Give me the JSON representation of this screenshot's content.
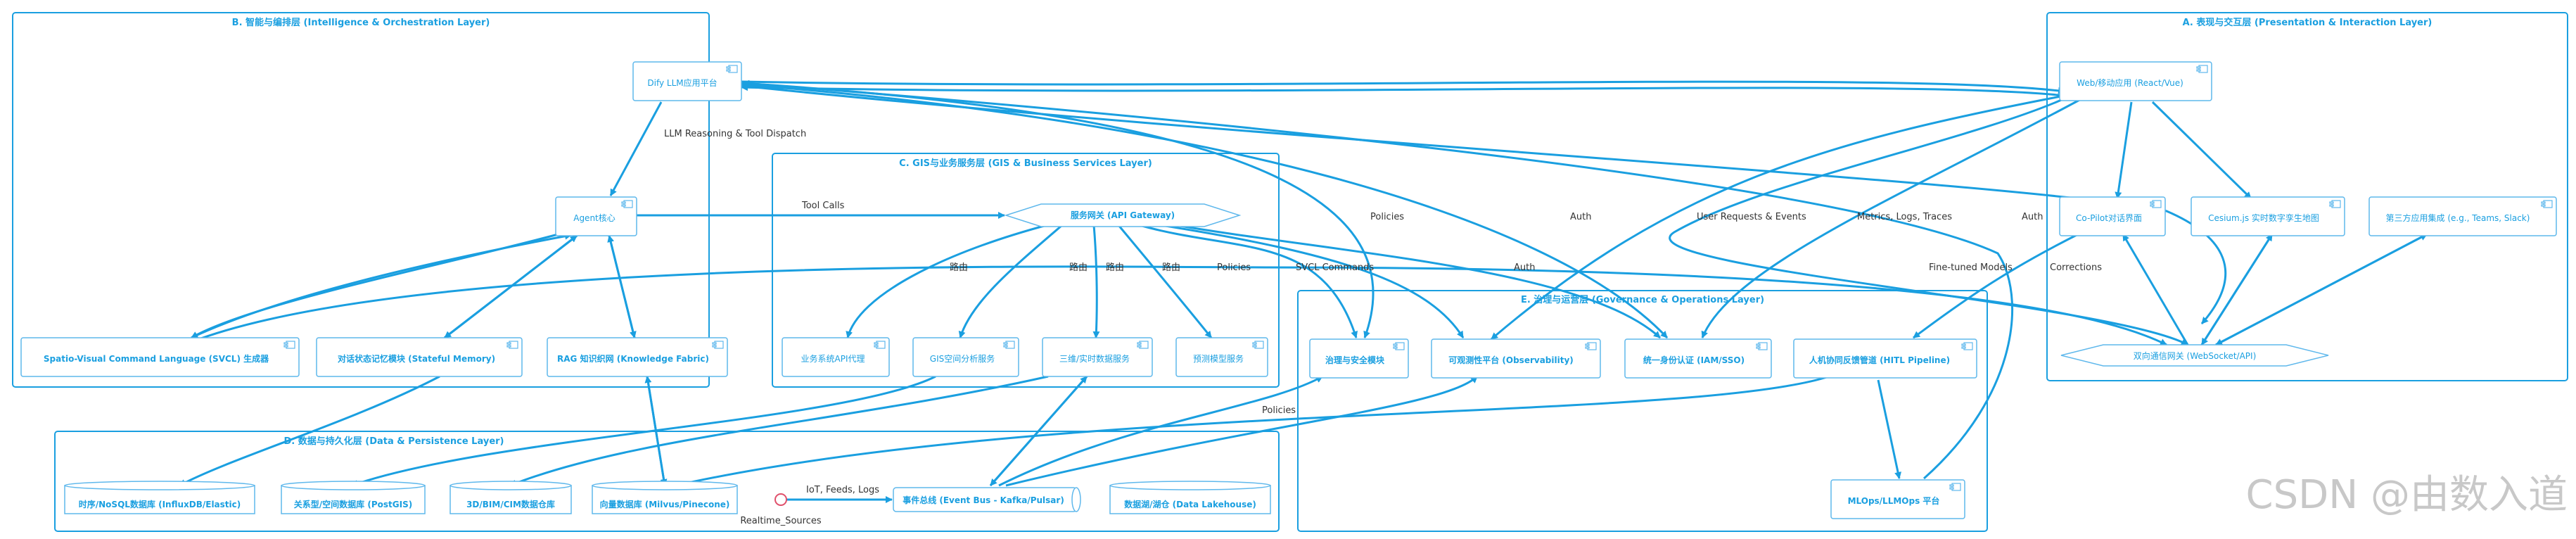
{
  "colors": {
    "accent": "#1a9fe0",
    "node_border": "#5fb8ec",
    "label": "#333333",
    "watermark": "#c8c8c8"
  },
  "layers": {
    "A": "A. 表现与交互层 (Presentation & Interaction Layer)",
    "B": "B. 智能与编排层 (Intelligence & Orchestration Layer)",
    "C": "C. GIS与业务服务层 (GIS & Business Services Layer)",
    "D": "D. 数据与持久化层 (Data & Persistence Layer)",
    "E": "E. 治理与运营层 (Governance & Operations Layer)"
  },
  "nodes": {
    "web_app": "Web/移动应用 (React/Vue)",
    "copilot": "Co-Pilot对话界面",
    "cesium": "Cesium.js 实时数字孪生地图",
    "third_party": "第三方应用集成 (e.g., Teams, Slack)",
    "gateway_ws": "双向通信网关 (WebSocket/API)",
    "dify": "Dify LLM应用平台",
    "agent": "Agent核心",
    "svcl": "Spatio-Visual Command Language (SVCL) 生成器",
    "memory": "对话状态记忆模块 (Stateful Memory)",
    "rag": "RAG 知识织网 (Knowledge Fabric)",
    "api_gateway": "服务网关 (API Gateway)",
    "biz_api": "业务系统API代理",
    "gis_analysis": "GIS空间分析服务",
    "realtime_3d": "三维/实时数据服务",
    "predict": "预测模型服务",
    "timeseries_db": "时序/NoSQL数据库 (InfluxDB/Elastic)",
    "relational_db": "关系型/空间数据库 (PostGIS)",
    "bim_db": "3D/BIM/CIM数据仓库",
    "vector_db": "向量数据库 (Milvus/Pinecone)",
    "realtime_sources": "Realtime_Sources",
    "event_bus": "事件总线 (Event Bus - Kafka/Pulsar)",
    "lakehouse": "数据湖/湖仓 (Data Lakehouse)",
    "governance": "治理与安全模块",
    "observability": "可观测性平台 (Observability)",
    "iam": "统一身份认证 (IAM/SSO)",
    "hitl": "人机协同反馈管道 (HITL Pipeline)",
    "mlops": "MLOps/LLMOps 平台"
  },
  "edge_labels": {
    "llm_reasoning": "LLM Reasoning & Tool Dispatch",
    "tool_calls": "Tool Calls",
    "routing_1": "路由",
    "routing_2": "路由",
    "routing_3": "路由",
    "routing_4": "路由",
    "policies_1": "Policies",
    "policies_2": "Policies",
    "policies_3": "Policies",
    "svcl_commands": "SVCL Commands",
    "auth_1": "Auth",
    "auth_2": "Auth",
    "auth_3": "Auth",
    "user_requests": "User Requests & Events",
    "metrics": "Metrics, Logs, Traces",
    "finetuned": "Fine-tuned Models",
    "corrections": "Corrections",
    "iot": "IoT, Feeds, Logs"
  },
  "watermark": "CSDN @由数入道"
}
